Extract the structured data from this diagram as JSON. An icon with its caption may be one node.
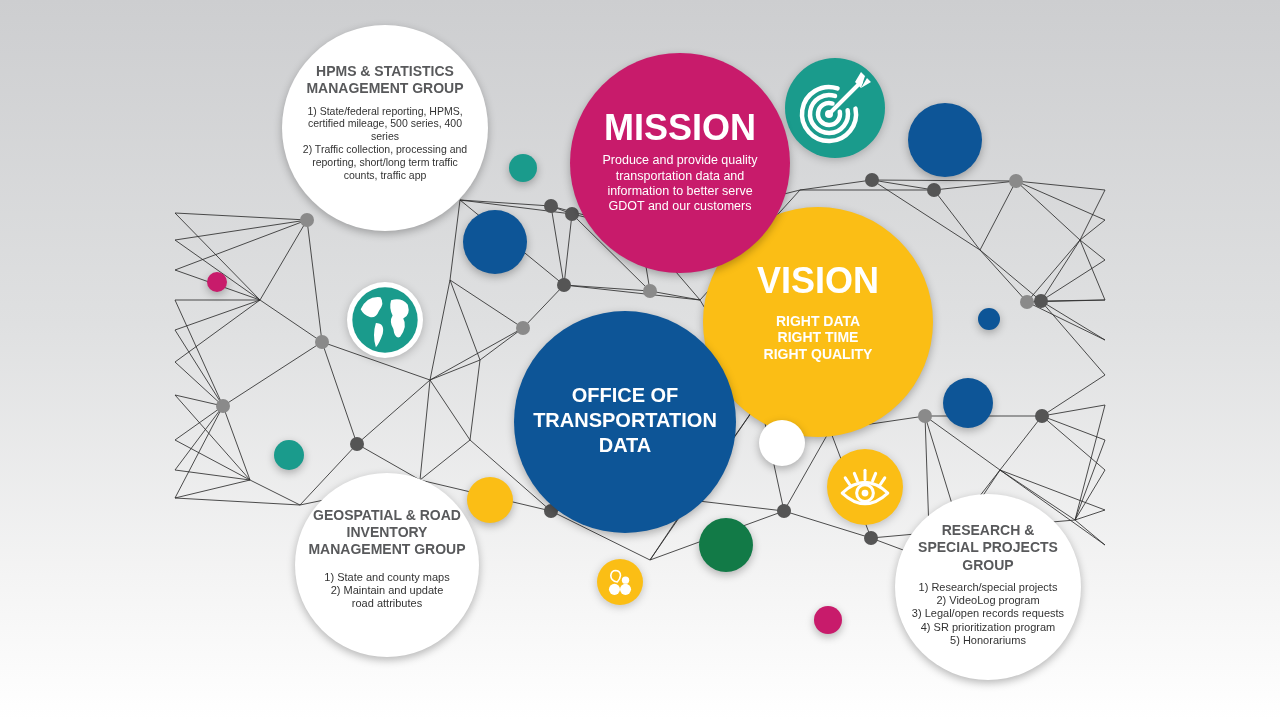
{
  "diagram": {
    "nodes": [
      {
        "text": [
          "HPMS & STATISTICS MANAGEMENT GROUP",
          "1) State/federal reporting, HPMS, certified mileage, 500 series, 400 series",
          "2) Traffic collection, processing and reporting, short/long term traffic counts, traffic app"
        ]
      },
      {
        "text": [
          "MISSION",
          "Produce and provide quality transportation data and information to better serve GDOT and our customers"
        ]
      },
      {
        "text": [
          "VISION",
          "RIGHT DATA RIGHT TIME RIGHT QUALITY"
        ]
      },
      {
        "text": [
          "OFFICE OF TRANSPORTATION DATA"
        ]
      },
      {
        "text": [
          "GEOSPATIAL & ROAD INVENTORY MANAGEMENT GROUP",
          "1) State and county maps",
          "2) Maintain and update road attributes"
        ]
      },
      {
        "text": [
          "RESEARCH & SPECIAL PROJECTS GROUP",
          "1) Research/special projects",
          "2) VideoLog program",
          "3) Legal/open records requests",
          "4) SR prioritization program",
          "5) Honorariums"
        ]
      },
      {
        "text": [],
        "shape": "circle"
      },
      {
        "text": [],
        "shape": "circle"
      },
      {
        "text": [],
        "shape": "circle"
      },
      {
        "text": [],
        "shape": "circle"
      },
      {
        "text": [],
        "shape": "circle"
      },
      {
        "text": [],
        "shape": "circle"
      },
      {
        "text": [],
        "shape": "circle"
      },
      {
        "text": [],
        "shape": "circle"
      },
      {
        "text": [],
        "shape": "circle"
      },
      {
        "text": [],
        "shape": "circle"
      },
      {
        "text": [],
        "shape": "circle"
      },
      {
        "text": [],
        "shape": "circle"
      },
      {
        "text": [],
        "shape": "circle"
      },
      {
        "text": [],
        "shape": "circle"
      },
      {
        "text": [],
        "shape": "circle"
      }
    ]
  }
}
